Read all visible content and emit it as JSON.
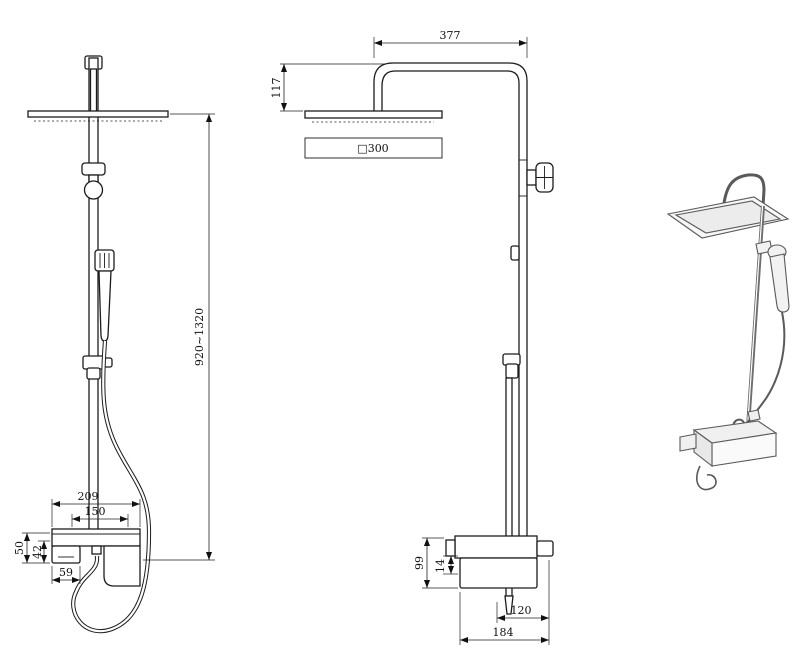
{
  "front_view": {
    "height_range": "920~1320",
    "mixer_width": "209",
    "handle_spacing": "150",
    "spout_height": "50",
    "body_height": "42",
    "spout_width": "59"
  },
  "side_view": {
    "arm_length": "377",
    "head_drop": "117",
    "head_size": "□300",
    "mixer_height": "99",
    "spout_lip": "14",
    "lower_depth": "120",
    "overall_depth": "184"
  }
}
